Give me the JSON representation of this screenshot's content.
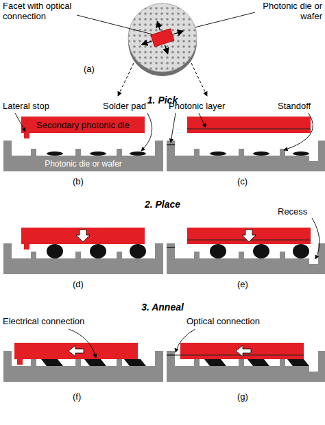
{
  "diagram": {
    "nodes": [
      {
        "text": [
          "Secondary photonic die"
        ]
      },
      {
        "text": [
          "Photonic die or wafer"
        ]
      }
    ],
    "labels": [
      "Facet with optical connection",
      "Photonic die or wafer",
      "(a)",
      "1. Pick",
      "Lateral stop",
      "Solder pad",
      "Photonic layer",
      "Standoff",
      "(b)",
      "(c)",
      "2. Place",
      "Recess",
      "(d)",
      "(e)",
      "3. Anneal",
      "Electrical connection",
      "Optical connection",
      "(f)",
      "(g)"
    ]
  }
}
